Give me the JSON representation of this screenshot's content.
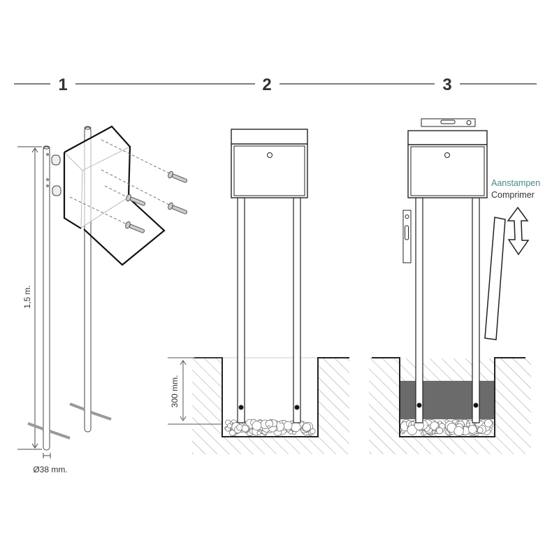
{
  "steps": [
    {
      "number": "1",
      "height_label": "1,5 m.",
      "diameter_label": "Ø38 mm."
    },
    {
      "number": "2",
      "depth_label": "300 mm."
    },
    {
      "number": "3",
      "action_label_nl": "Aanstampen",
      "action_label_fr": "Comprimer"
    }
  ],
  "colors": {
    "line": "#222222",
    "accent": "#4a8a8e",
    "concrete": "#6b6b6b",
    "hatch": "#9a9a9a"
  }
}
